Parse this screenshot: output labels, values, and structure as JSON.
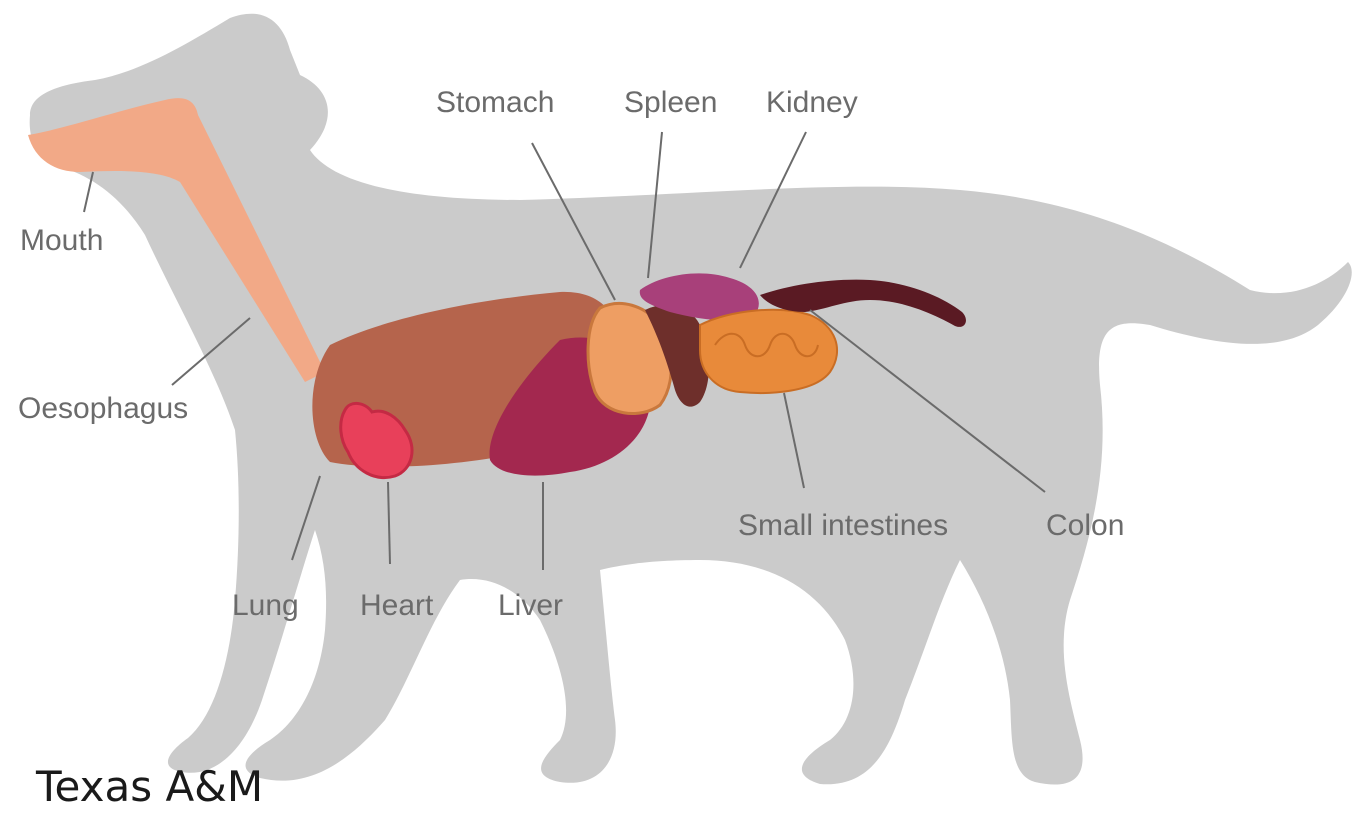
{
  "diagram": {
    "labels": {
      "mouth": "Mouth",
      "oesophagus": "Oesophagus",
      "lung": "Lung",
      "heart": "Heart",
      "liver": "Liver",
      "stomach": "Stomach",
      "spleen": "Spleen",
      "kidney": "Kidney",
      "small_intestines": "Small intestines",
      "colon": "Colon"
    },
    "credit": "Texas A&M",
    "colors": {
      "silhouette": "#cbcbcb",
      "oesophagus": "#f2a987",
      "lung": "#b5644c",
      "heart": "#e8405a",
      "liver": "#a3284f",
      "stomach": "#ee9e63",
      "spleen": "#6e2f2b",
      "kidney": "#a8407a",
      "small_intestines": "#e88a3a",
      "colon": "#5a1a23",
      "leader_lines": "#6b6b6b"
    }
  }
}
